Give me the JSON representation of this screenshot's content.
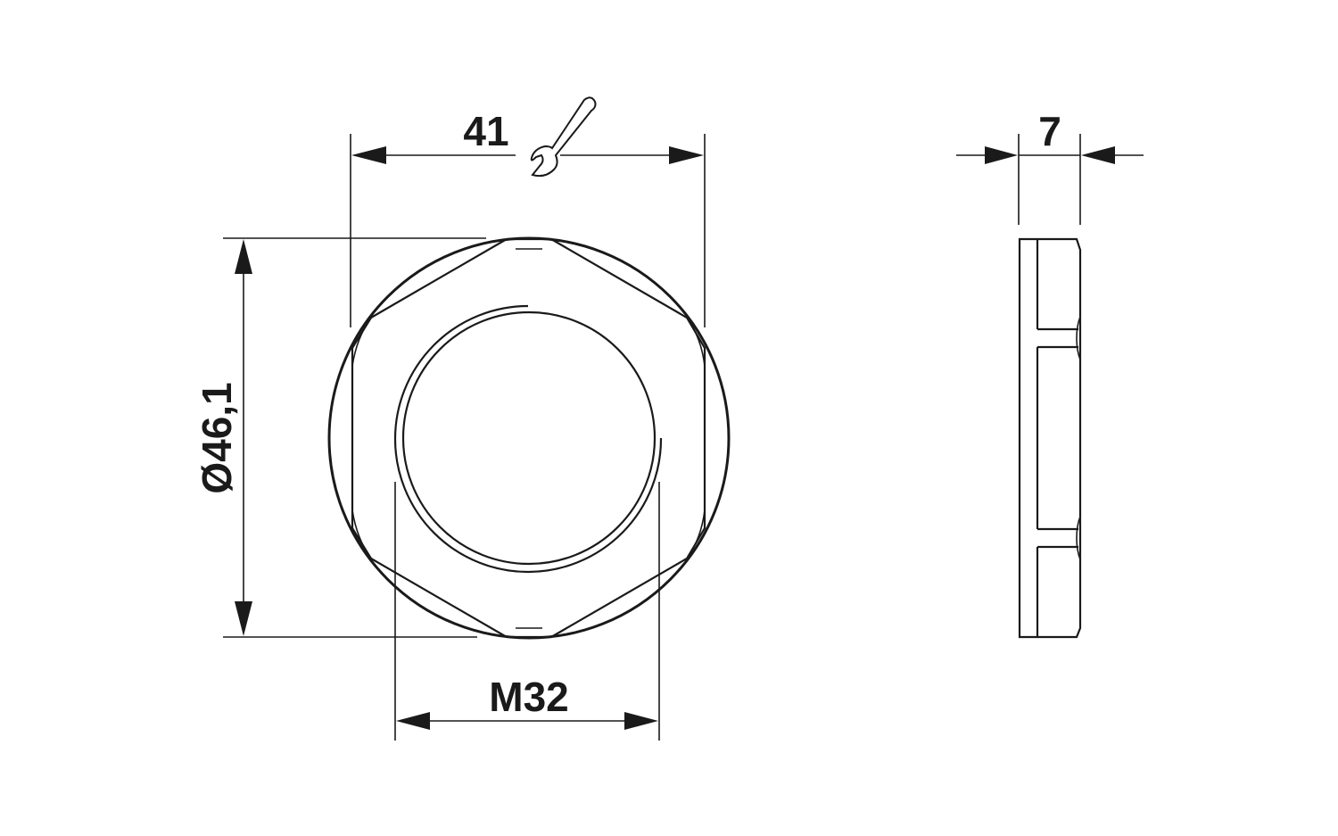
{
  "drawing": {
    "title": "Hex lock nut M32 dimension drawing",
    "colors": {
      "line": "#1a1a1a",
      "background": "#ffffff"
    },
    "front_view": {
      "width_across_flats": {
        "label": "41",
        "icon": "wrench-icon"
      },
      "outer_diameter": {
        "label": "Ø46,1"
      },
      "thread": {
        "label": "M32"
      }
    },
    "side_view": {
      "thickness": {
        "label": "7"
      }
    }
  }
}
